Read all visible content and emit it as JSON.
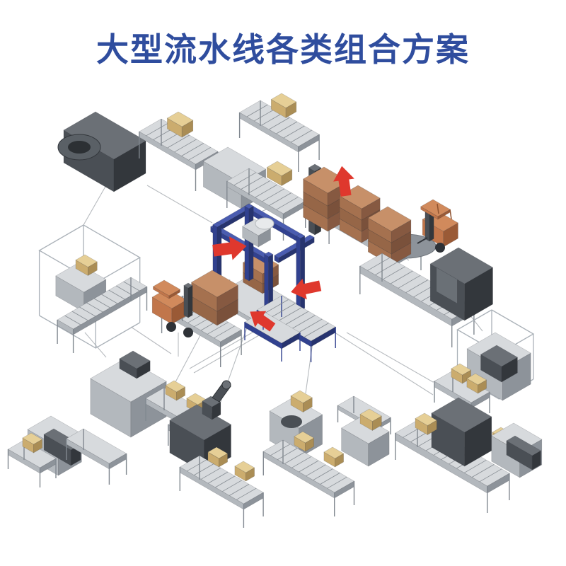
{
  "title": "大型流水线各类组合方案",
  "colors": {
    "title_blue": "#2f4d9e",
    "background": "#ffffff",
    "machine_blue_top": "#4a5cb0",
    "machine_blue": "#31418f",
    "machine_blue_dark": "#27346f",
    "steel_light": "#d7dadd",
    "steel": "#b3b8bd",
    "steel_dark": "#8d939a",
    "charcoal_top": "#6b7076",
    "charcoal": "#4a4f55",
    "charcoal_dark": "#33373c",
    "carton_top": "#c79069",
    "carton": "#a5714f",
    "carton_dark": "#865941",
    "forklift_orange_top": "#d18a5c",
    "forklift_orange": "#c1764b",
    "forklift_orange_dark": "#9a5a36",
    "tan_box_top": "#e6cf96",
    "tan_box": "#cbac6e",
    "tan_box_dark": "#aa8d55",
    "frame_alu": "#aab1b8",
    "arrow_red": "#df382d",
    "line_gray": "#b7bbbf"
  },
  "machines": [
    "sleeve-wrapping-machine-line",
    "tiered-conveyor-station",
    "frame-cube-machine",
    "gantry-palletizer",
    "stretch-wrapper-station",
    "forklift-right",
    "forklift-with-pallet",
    "infeed-conveyor-line",
    "case-packer-machine",
    "carton-sealing-line",
    "robot-loading-cell",
    "filling-machine-cluster",
    "packing-conveyor-line"
  ]
}
